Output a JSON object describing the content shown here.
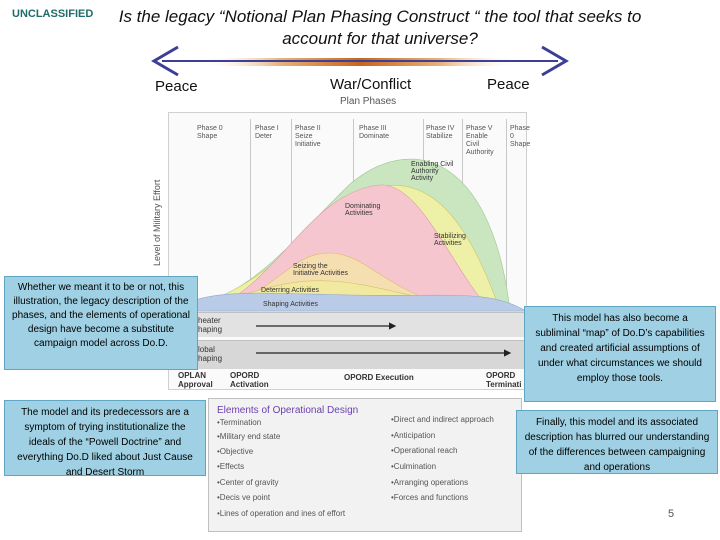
{
  "classification": "UNCLASSIFIED",
  "title": "Is the legacy “Notional Plan Phasing Construct “ the tool that seeks to account for that universe?",
  "arrow": {
    "left_label": "Peace",
    "center_label": "War/Conflict",
    "right_label": "Peace",
    "color": "#3b3f96",
    "bar_color": "#d9863a"
  },
  "diagram": {
    "title": "Plan Phases",
    "y_axis_label": "Level of Military Effort",
    "phases": [
      {
        "line1": "Phase 0",
        "line2": "Shape",
        "line3": "",
        "line4": ""
      },
      {
        "line1": "Phase I",
        "line2": "Deter",
        "line3": "",
        "line4": ""
      },
      {
        "line1": "Phase II",
        "line2": "Seize",
        "line3": "Initiative",
        "line4": ""
      },
      {
        "line1": "Phase III",
        "line2": "Dominate",
        "line3": "",
        "line4": ""
      },
      {
        "line1": "Phase IV",
        "line2": "Stabilize",
        "line3": "",
        "line4": ""
      },
      {
        "line1": "Phase V",
        "line2": "Enable",
        "line3": "Civil",
        "line4": "Authority"
      },
      {
        "line1": "Phase 0",
        "line2": "Shape",
        "line3": "",
        "line4": ""
      }
    ],
    "curves": {
      "enabling": {
        "line1": "Enabling Civil",
        "line2": "Authority",
        "line3": "Activity",
        "color": "#c9e6c0"
      },
      "dominating": {
        "line1": "Dominating",
        "line2": "Activities",
        "color": "#f6c6cf"
      },
      "stabilizing": {
        "line1": "Stabilizing",
        "line2": "Activities",
        "color": "#eef0a8"
      },
      "seizing": {
        "line1": "Seizing the",
        "line2": "Initiative Activities",
        "color": "#f5deb0"
      },
      "deterring": {
        "line1": "Deterring Activities",
        "color": "#f2e9a0"
      },
      "shaping": {
        "line1": "Shaping Activities",
        "color": "#b9cbe6"
      }
    },
    "rows": {
      "theater": "heater",
      "theater2": "haping",
      "global": "lobal",
      "global2": "haping"
    },
    "milestones": {
      "oplan": "OPLAN",
      "oplan2": "Approval",
      "opord_act": "OPORD",
      "opord_act2": "Activation",
      "opord_exec": "OPORD Execution",
      "opord_term": "OPORD",
      "opord_term2": "Terminati"
    }
  },
  "callouts": {
    "legacy": "Whether we meant it to be or not, this illustration, the legacy description of the phases, and the elements of operational design have become a substitute campaign model across Do.D.",
    "powell": "The model and its predecessors are a symptom of trying institutionalize the ideals of the “Powell Doctrine” and everything Do.D liked about Just Cause and Desert Storm",
    "subliminal": "This model has also become a subliminal “map” of Do.D’s capabilities and created artificial assumptions of under what circumstances we should employ those tools.",
    "blurred": "Finally, this model and its associated description has blurred our understanding of the differences between campaigning and operations"
  },
  "elements": {
    "title": "Elements of Operational Design",
    "left": [
      "•Termination",
      "•Military end state",
      "•Objective",
      "•Effects",
      "•Center of gravity",
      "•Decis ve point",
      "•Lines of operation and  ines of effort"
    ],
    "right": [
      "•Direct and indirect approach",
      "•Anticipation",
      "•Operational reach",
      "•Culmination",
      "•Arranging operations",
      "•Forces and functions"
    ]
  },
  "slide_number": "5"
}
